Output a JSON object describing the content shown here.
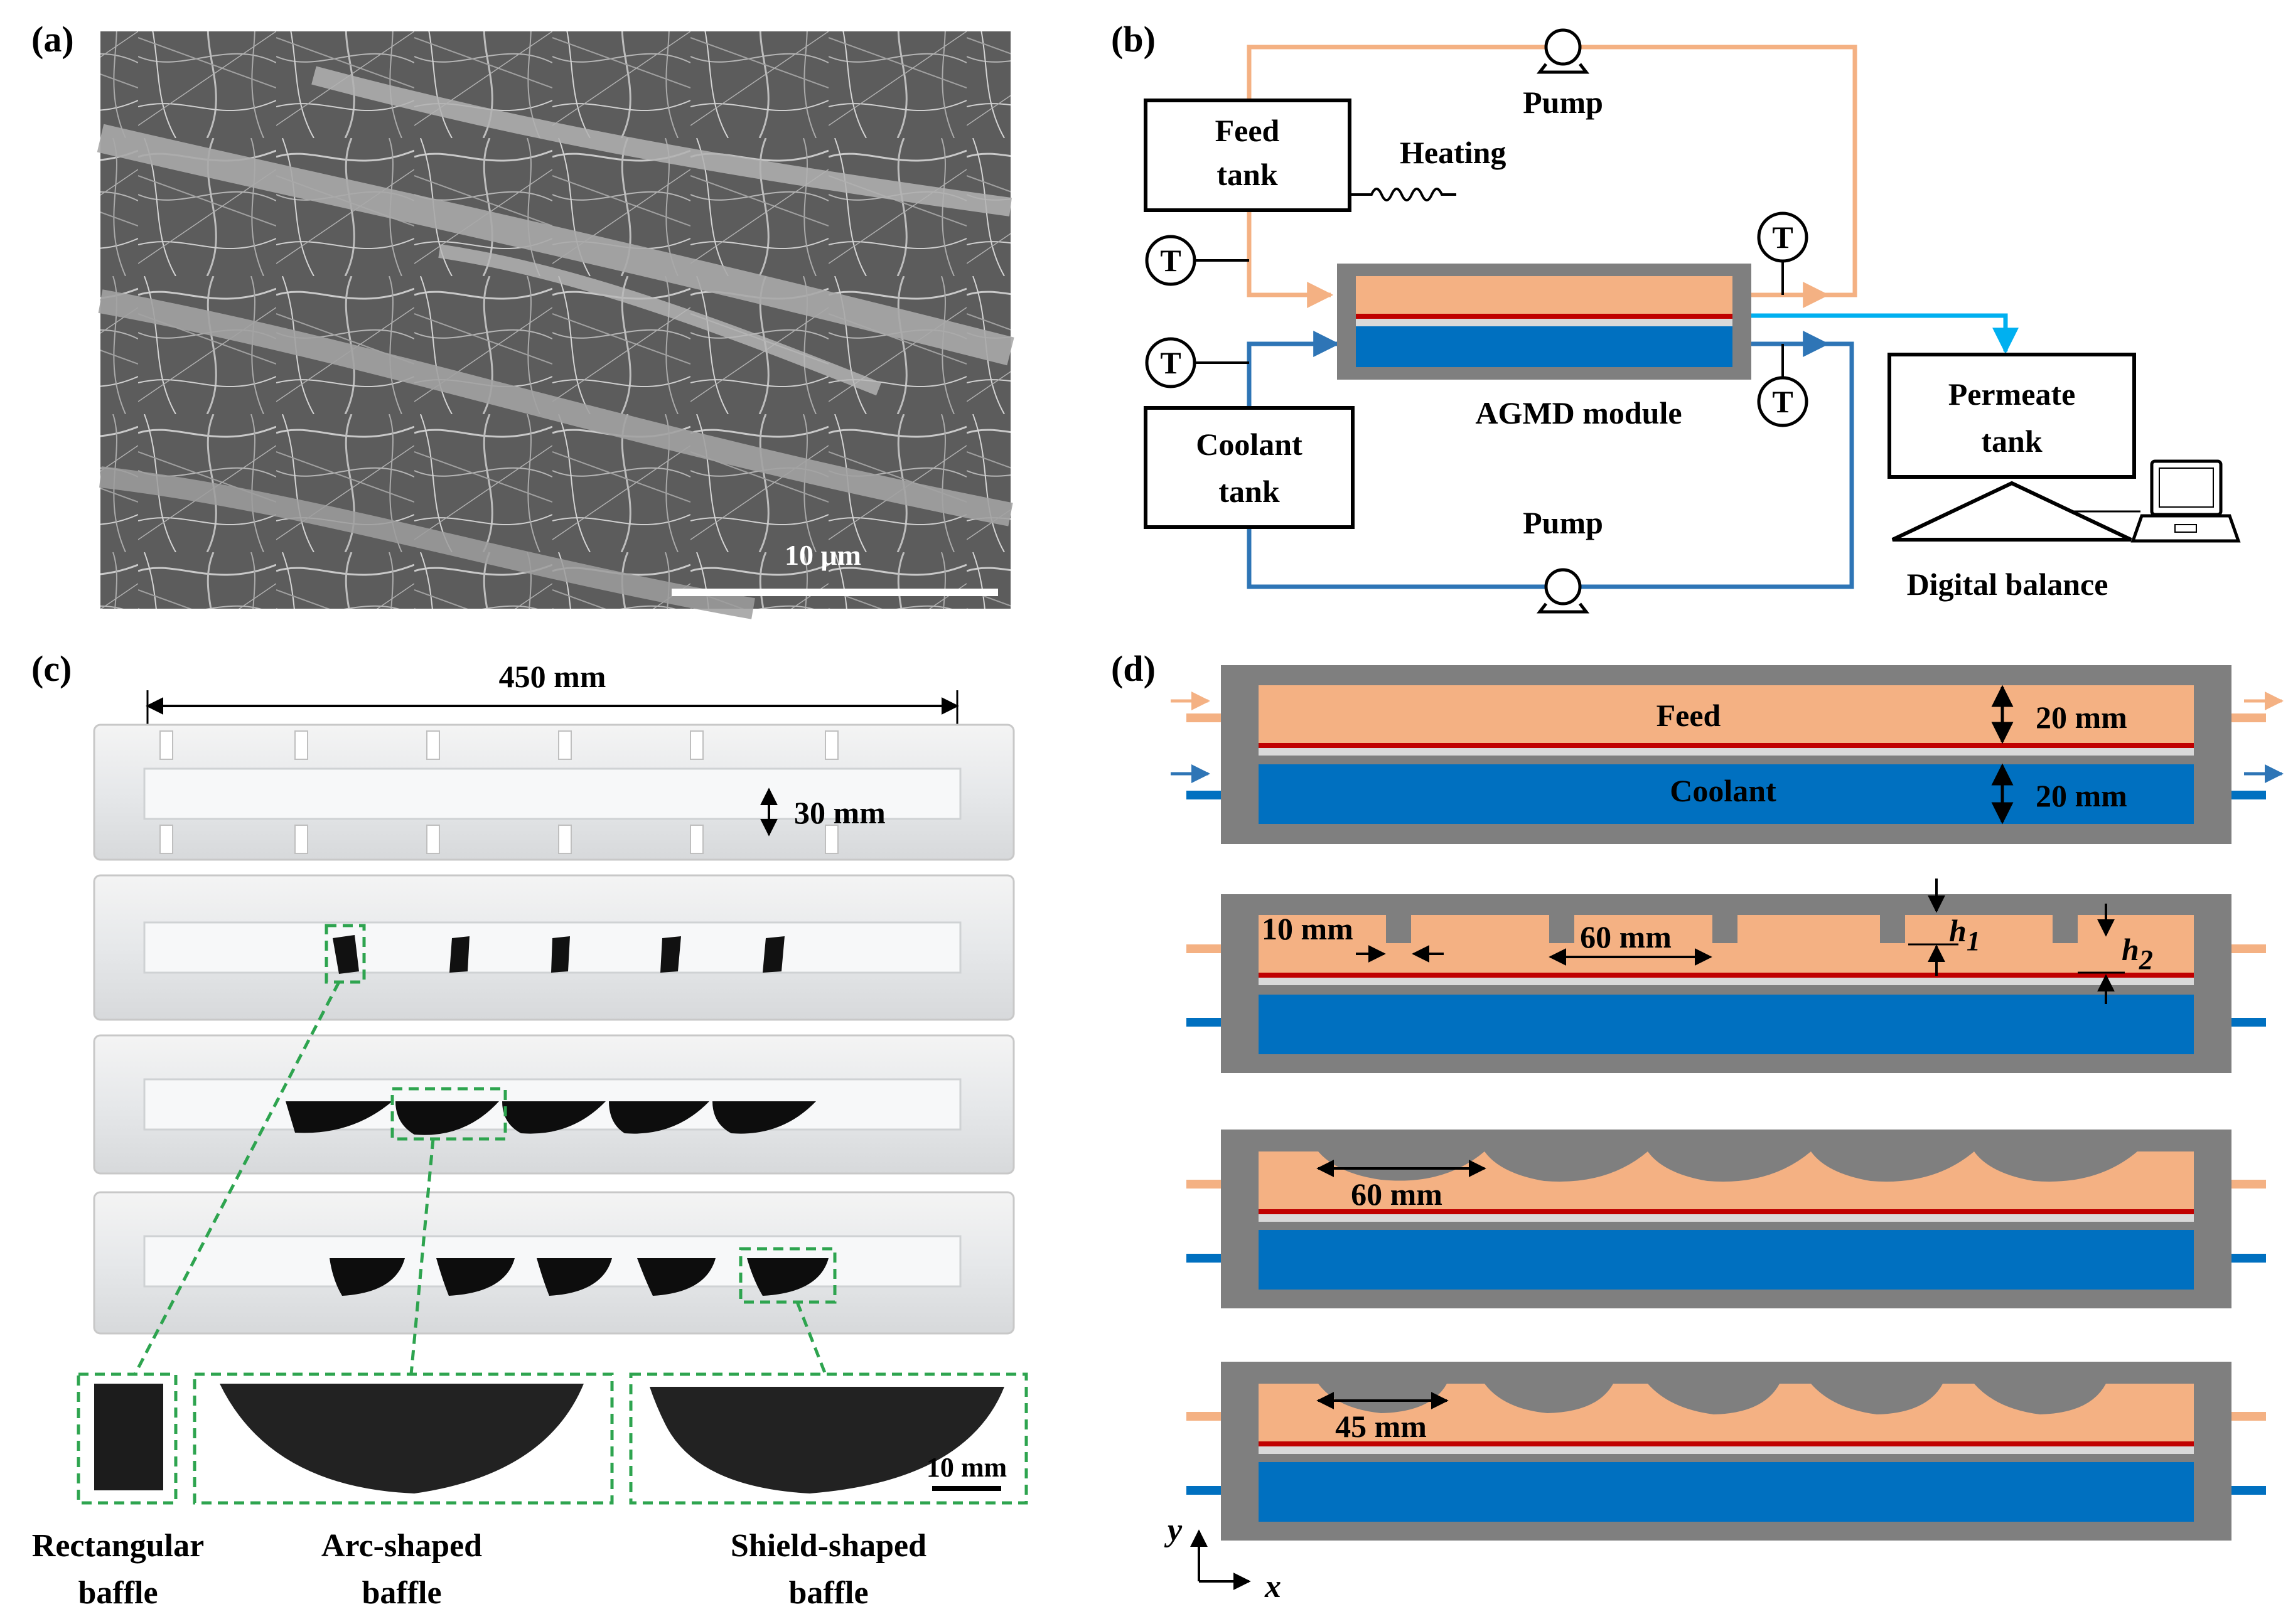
{
  "panels": {
    "a": {
      "label": "(a)",
      "scale_bar": "10 μm"
    },
    "b": {
      "label": "(b)",
      "feed_tank": [
        "Feed",
        "tank"
      ],
      "heating": "Heating",
      "pump_top": "Pump",
      "pump_bottom": "Pump",
      "module": "AGMD module",
      "coolant_tank": [
        "Coolant",
        "tank"
      ],
      "permeate_tank": [
        "Permeate",
        "tank"
      ],
      "balance": "Digital balance",
      "sensor": "T"
    },
    "c": {
      "label": "(c)",
      "length_dim": "450 mm",
      "height_dim": "30 mm",
      "scale_bar": "10 mm",
      "captions": {
        "rect": [
          "Rectangular",
          "baffle"
        ],
        "arc": [
          "Arc-shaped",
          "baffle"
        ],
        "shield": [
          "Shield-shaped",
          "baffle"
        ]
      }
    },
    "d": {
      "label": "(d)",
      "feed": "Feed",
      "coolant": "Coolant",
      "feed_height": "20 mm",
      "coolant_height": "20 mm",
      "baffle_width": "10 mm",
      "baffle_spacing": "60 mm",
      "h1": "h",
      "h1_sub": "1",
      "h2": "h",
      "h2_sub": "2",
      "arc_width": "60 mm",
      "shield_width": "45 mm",
      "axis_x": "x",
      "axis_y": "y"
    }
  },
  "colors": {
    "feed": "#F4B183",
    "coolant": "#0070C0",
    "wall": "#7F7F7F",
    "membrane": "#C00000",
    "gap": "#D9D9D9",
    "feed_line": "#F4B183",
    "coolant_line": "#2E75B6",
    "permeate_line": "#00B0F0"
  }
}
